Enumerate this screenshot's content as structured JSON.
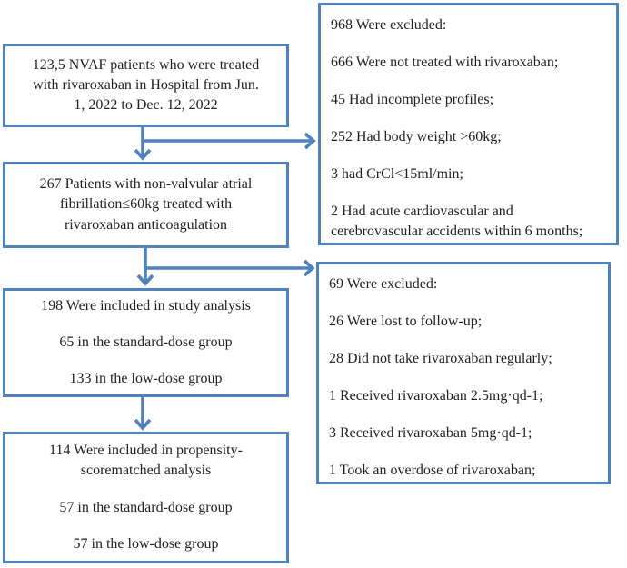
{
  "colors": {
    "accent": "#4f81bd",
    "text": "#1f1f1f",
    "background": "#ffffff"
  },
  "flowchart": {
    "left_boxes": [
      {
        "name": "screened",
        "lines": [
          "123,5 NVAF patients who were treated",
          "with rivaroxaban in Hospital from Jun.",
          "1, 2022 to Dec. 12, 2022"
        ]
      },
      {
        "name": "eligible",
        "lines": [
          "267 Patients with non-valvular atrial",
          "fibrillation≤60kg treated with",
          "rivaroxaban anticoagulation"
        ]
      },
      {
        "name": "study-analysis",
        "lines": [
          "198 Were included in study analysis",
          "65 in the standard-dose group",
          "133 in the low-dose group"
        ]
      },
      {
        "name": "propensity-score-matched-analysis",
        "lines": [
          "114 Were included in propensity-",
          "scorematched analysis",
          "57 in the standard-dose group",
          "57 in the low-dose group"
        ]
      }
    ],
    "right_boxes": [
      {
        "name": "excluded-first-stage",
        "lines": [
          "968 Were excluded:",
          "666 Were not treated with rivaroxaban;",
          "45 Had incomplete profiles;",
          "252 Had body weight >60kg;",
          "3 had CrCl<15ml/min;",
          "2 Had acute cardiovascular and cerebrovascular accidents within 6 months;"
        ]
      },
      {
        "name": "excluded-second-stage",
        "lines": [
          "69 Were excluded:",
          "26 Were lost to follow-up;",
          "28 Did not take rivaroxaban regularly;",
          "1 Received rivaroxaban 2.5mg·qd-1;",
          "3 Received rivaroxaban 5mg·qd-1;",
          "1 Took an overdose of rivaroxaban;"
        ]
      }
    ]
  }
}
